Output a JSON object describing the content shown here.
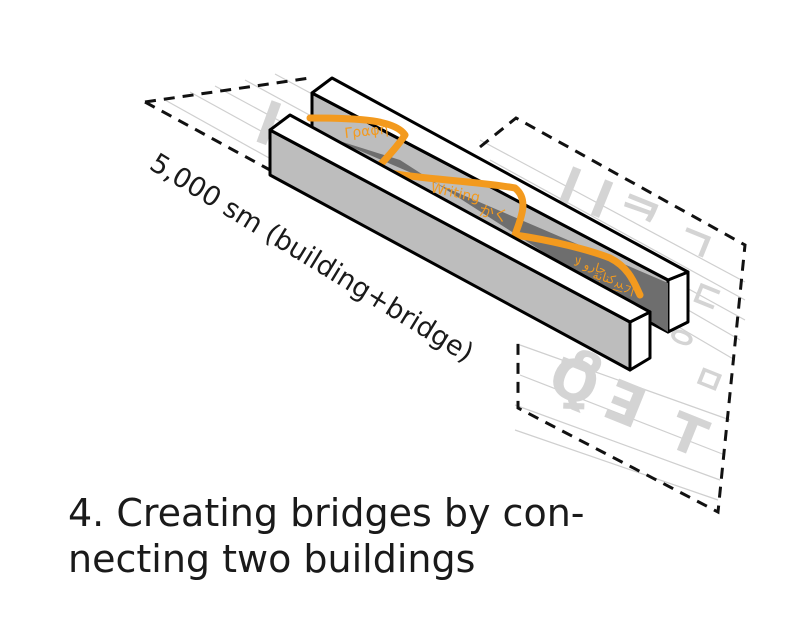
{
  "diagram": {
    "area_label": "5,000 sm (building+bridge)",
    "bridge_words": [
      "Γραφή",
      "Writing",
      "かく",
      "جارو لا",
      "كتابة",
      "쓰기"
    ],
    "ghost_letters": [
      "l",
      "l l",
      "ᄏ",
      "ㄱ",
      "⊏",
      "ᄋ",
      "ㅁ",
      "ᓄ",
      "Ꝗ",
      "ꓱ",
      "T"
    ],
    "colors": {
      "bridge_line": "#f39a1e",
      "building_top": "#ffffff",
      "building_side": "#bdbdbd",
      "courtyard_shadow": "#6e6e6e",
      "outline": "#000000",
      "dashed_outline": "#111111",
      "ghost_text": "#d4d4d4"
    }
  },
  "caption": {
    "line1": "4. Creating bridges by con-",
    "line2": "necting two buildings"
  }
}
